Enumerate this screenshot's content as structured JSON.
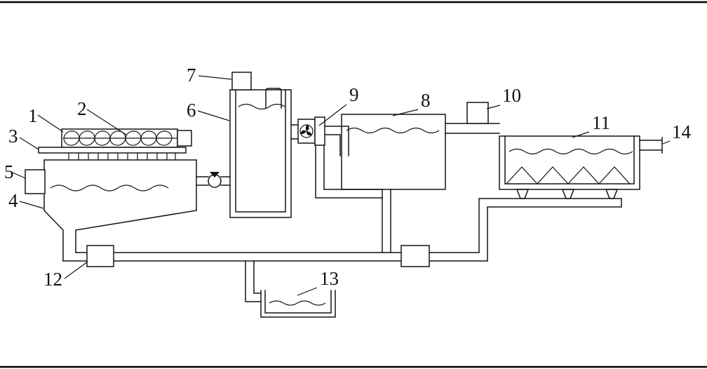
{
  "figure": {
    "background": "#ffffff",
    "ink": "#141414"
  },
  "labels": {
    "n1": "1",
    "n2": "2",
    "n3": "3",
    "n4": "4",
    "n5": "5",
    "n6": "6",
    "n7": "7",
    "n8": "8",
    "n9": "9",
    "n10": "10",
    "n11": "11",
    "n12": "12",
    "n13": "13",
    "n14": "14"
  }
}
